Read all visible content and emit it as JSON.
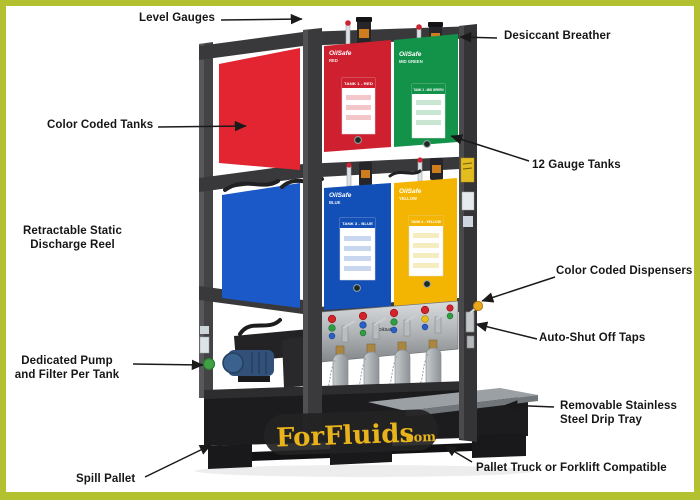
{
  "page": {
    "border_color": "#b3c02f",
    "background": "#ffffff"
  },
  "logo": {
    "text": "ForFluids",
    "suffix": ".com",
    "color": "#e9b31c"
  },
  "machine": {
    "brand": "OilSafe",
    "frame_color": "#3a393c",
    "tanks": [
      {
        "name": "TANK 1 - RED",
        "sub": "RED",
        "front_color": "#cf2030",
        "side_color": "#e32531"
      },
      {
        "name": "TANK 2 - MID GREEN",
        "sub": "MID GREEN",
        "front_color": "#13924a",
        "side_color": "#13924a"
      },
      {
        "name": "TANK 3 - BLUE",
        "sub": "BLUE",
        "front_color": "#1250b8",
        "side_color": "#1b59c9"
      },
      {
        "name": "TANK 4 - YELLOW",
        "sub": "YELLOW",
        "front_color": "#f4b502",
        "side_color": "#f4b502"
      }
    ],
    "dispenser_accent_colors": [
      "#d5232b",
      "#2f9e43",
      "#2b5fc8",
      "#e8c018"
    ]
  },
  "annotations": [
    {
      "id": "level-gauges",
      "text": "Level Gauges"
    },
    {
      "id": "desiccant-breather",
      "text": "Desiccant Breather"
    },
    {
      "id": "color-coded-tanks",
      "text": "Color Coded Tanks"
    },
    {
      "id": "twelve-gauge-tanks",
      "text": "12 Gauge Tanks"
    },
    {
      "id": "static-discharge-reel",
      "text": "Retractable Static\nDischarge Reel"
    },
    {
      "id": "color-coded-dispensers",
      "text": "Color Coded Dispensers"
    },
    {
      "id": "auto-shut-off-taps",
      "text": "Auto-Shut Off Taps"
    },
    {
      "id": "dedicated-pump-filter",
      "text": "Dedicated Pump\nand Filter Per Tank"
    },
    {
      "id": "removable-drip-tray",
      "text": "Removable Stainless\nSteel Drip Tray"
    },
    {
      "id": "spill-pallet",
      "text": "Spill Pallet"
    },
    {
      "id": "pallet-truck-compatible",
      "text": "Pallet Truck or Forklift Compatible"
    }
  ]
}
